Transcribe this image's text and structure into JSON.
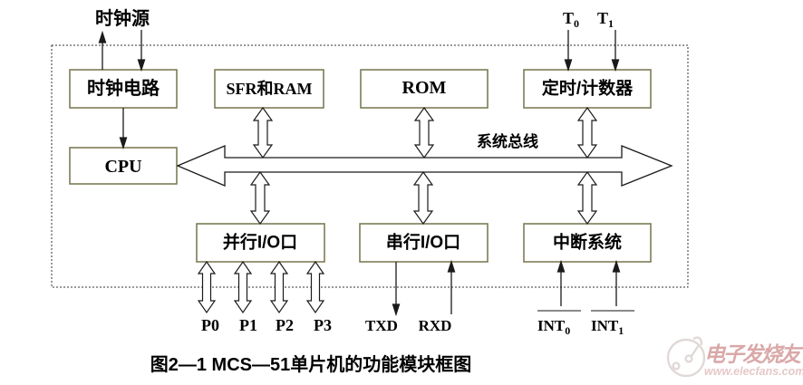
{
  "figure": {
    "caption": "图2—1 MCS—51单片机的功能模块框图"
  },
  "blocks": {
    "clock_circuit": "时钟电路",
    "sfr_ram": "SFR和RAM",
    "rom": "ROM",
    "timer_counter": "定时/计数器",
    "cpu": "CPU",
    "parallel_io": "并行I/O口",
    "serial_io": "串行I/O口",
    "interrupt_system": "中断系统"
  },
  "labels": {
    "clock_source": "时钟源",
    "system_bus": "系统总线",
    "t0": {
      "base": "T",
      "sub": "0"
    },
    "t1": {
      "base": "T",
      "sub": "1"
    },
    "p0": "P0",
    "p1": "P1",
    "p2": "P2",
    "p3": "P3",
    "txd": "TXD",
    "rxd": "RXD",
    "int0": {
      "base": "INT",
      "sub": "0"
    },
    "int1": {
      "base": "INT",
      "sub": "1"
    }
  },
  "watermark": {
    "brand": "电子发烧友",
    "url": "www.elecfans.com",
    "brand_color": "#daa8a8",
    "url_color": "#e6c8c8",
    "logo_color": "#e0d9d7"
  },
  "colors": {
    "box_border": "#7d7c57",
    "line": "#1a1a1a",
    "overline": "#8a8a8a",
    "arrow_fill": "#ffffff"
  }
}
